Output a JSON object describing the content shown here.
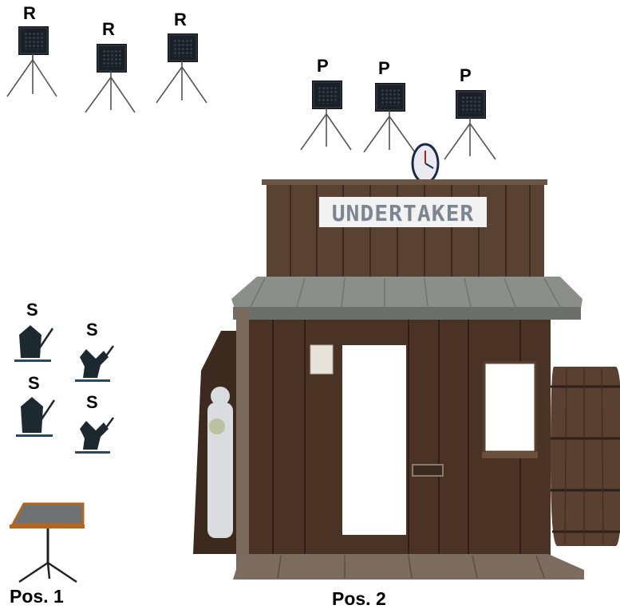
{
  "rifle_label": "R",
  "pistol_label": "P",
  "shotgun_label": "S",
  "sign_text": "UNDERTAKER",
  "pos1_label": "Pos. 1",
  "pos2_label": "Pos. 2",
  "colors": {
    "target_plate": "#1b2026",
    "knockdown": "#1c2a30",
    "wood_dark": "#4a3325",
    "wood_mid": "#6b4f3d",
    "roof_grey": "#8a8f8a",
    "table_top": "#6e7275",
    "table_rim": "#b5651d"
  }
}
